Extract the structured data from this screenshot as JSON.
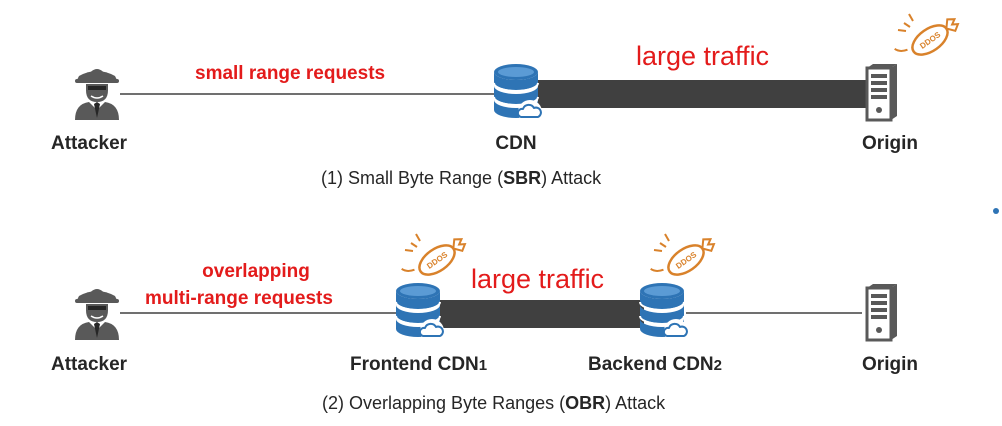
{
  "diagram": {
    "panel1": {
      "attacker_label": "Attacker",
      "cdn_label": "CDN",
      "origin_label": "Origin",
      "request_label": "small range requests",
      "traffic_label": "large traffic",
      "caption_pre": "(1) Small Byte Range (",
      "caption_bold": "SBR",
      "caption_post": ") Attack",
      "bomb_text": "DDOS"
    },
    "panel2": {
      "attacker_label": "Attacker",
      "frontend_label": "Frontend CDN",
      "frontend_sub": "1",
      "backend_label": "Backend CDN",
      "backend_sub": "2",
      "origin_label": "Origin",
      "request_label_line1": "overlapping",
      "request_label_line2": "multi-range requests",
      "traffic_label": "large traffic",
      "caption_pre": "(2) Overlapping Byte Ranges (",
      "caption_bold": "OBR",
      "caption_post": ") Attack",
      "bomb_text": "DDOS"
    },
    "colors": {
      "database_blue": "#2e74b5",
      "traffic_bar": "#404040",
      "label_red": "#e31b1b",
      "bomb_orange": "#d9822b",
      "icon_gray": "#595959"
    }
  }
}
